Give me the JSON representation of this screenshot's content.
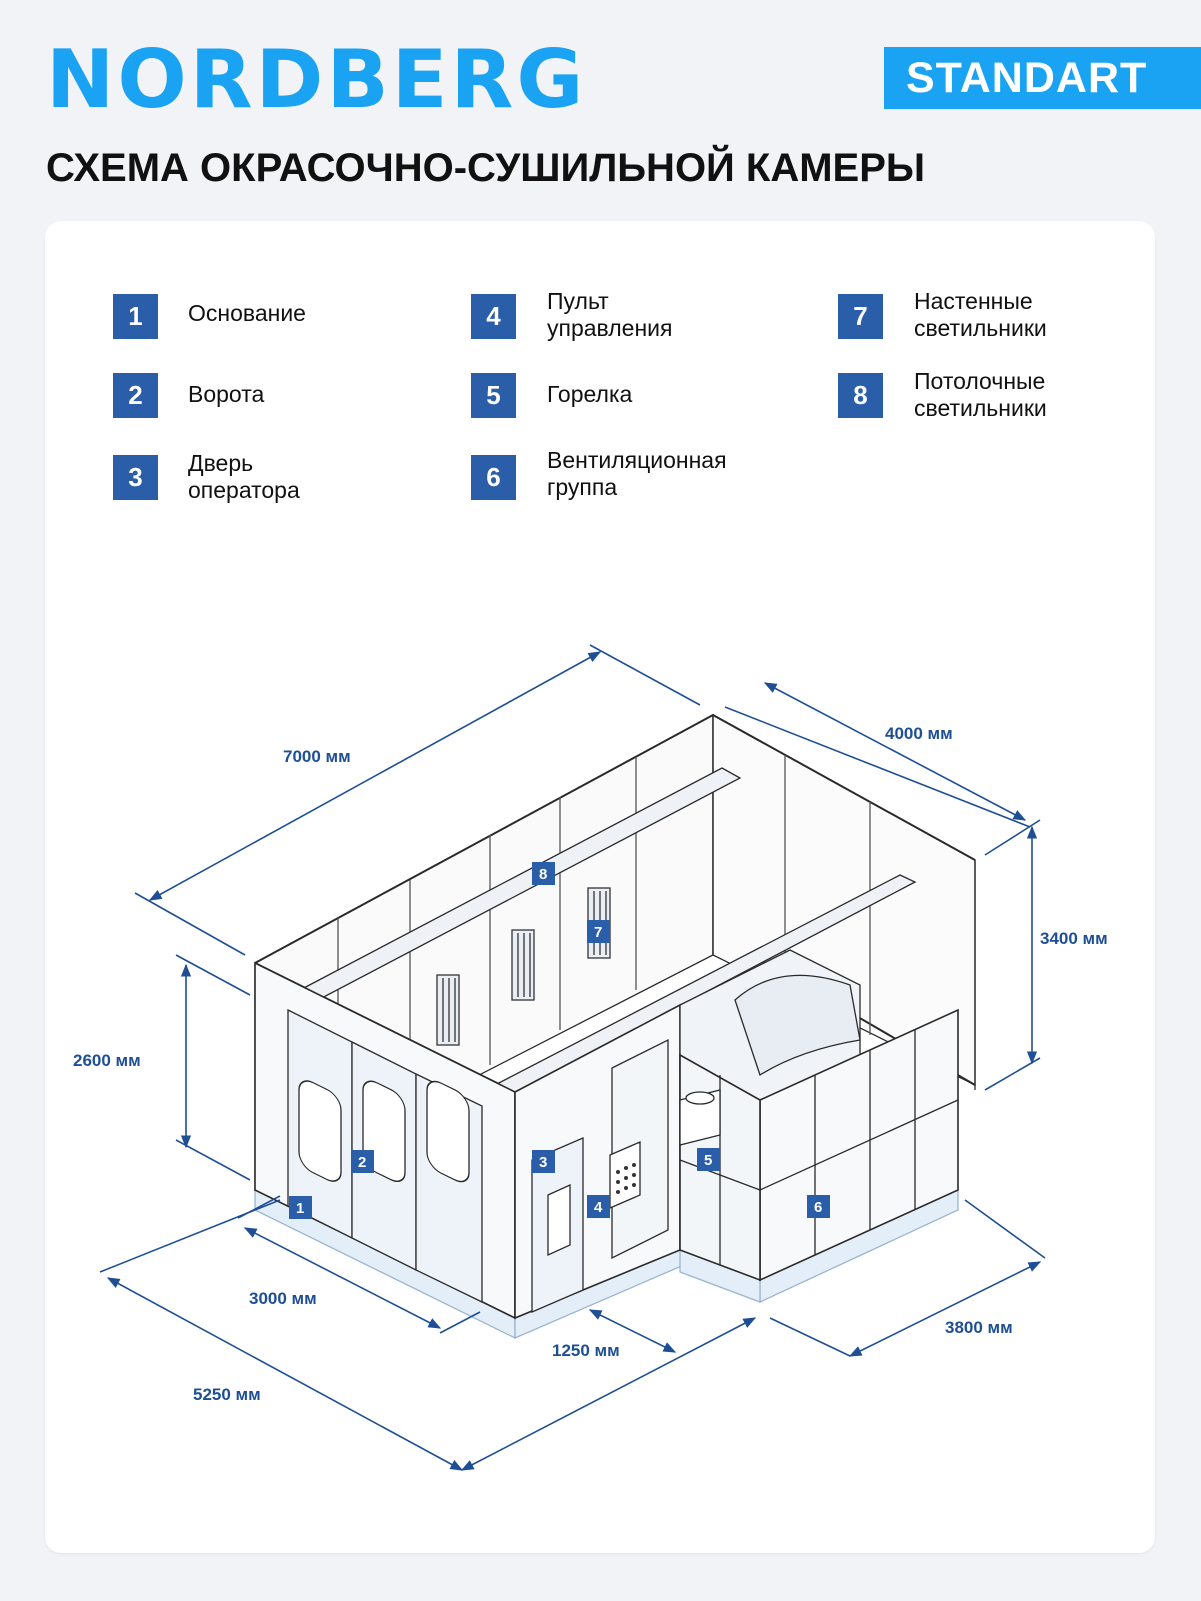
{
  "brand": {
    "logo": "NORDBERG",
    "badge": "STANDART",
    "accent": "#1aa3f2",
    "tag_color": "#2b5ea8"
  },
  "title": "СХЕМА ОКРАСОЧНО-СУШИЛЬНОЙ КАМЕРЫ",
  "legend": [
    {
      "num": "1",
      "label": "Основание"
    },
    {
      "num": "2",
      "label": "Ворота"
    },
    {
      "num": "3",
      "label": "Дверь\nоператора"
    },
    {
      "num": "4",
      "label": "Пульт\nуправления"
    },
    {
      "num": "5",
      "label": "Горелка"
    },
    {
      "num": "6",
      "label": "Вентиляционная\nгруппа"
    },
    {
      "num": "7",
      "label": "Настенные\nсветильники"
    },
    {
      "num": "8",
      "label": "Потолочные\nсветильники"
    }
  ],
  "dimensions": {
    "length": "7000 мм",
    "width": "4000 мм",
    "height_total": "3400 мм",
    "height_gate": "2600 мм",
    "gate_width": "3000 мм",
    "front_width": "5250 мм",
    "offset": "1250 мм",
    "vent_depth": "3800 мм"
  }
}
